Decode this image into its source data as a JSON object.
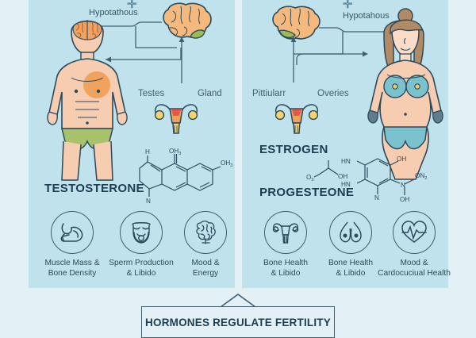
{
  "page": {
    "background_color": "#e3f1f6",
    "panel_color": "#bfe2ec",
    "ink_color": "#2d4a5c"
  },
  "male_panel": {
    "name": "male-hormone-panel",
    "top_icon": "plus-icon",
    "labels": {
      "hypothalamus": "Hypotathous",
      "testes": "Testes",
      "gland": "Gland"
    },
    "figure": {
      "name": "male-body-illustration",
      "skin_color": "#f7cdb2",
      "brief_color": "#a8c26a",
      "highlight_color": "#f0a05a"
    },
    "organs": {
      "brain": "brain-illustration",
      "gonad": "uterus-illustration"
    },
    "hormone_title": "TESTOSTERONE",
    "molecule": {
      "name": "testosterone-molecule",
      "atoms": [
        "H",
        "OH₃",
        "OH₃",
        "N"
      ]
    },
    "benefits": [
      {
        "icon": "muscle-arm-icon",
        "line1": "Muscle Mass &",
        "line2": "Bone Density"
      },
      {
        "icon": "bearded-face-icon",
        "line1": "Sperm Production",
        "line2": "& Libido"
      },
      {
        "icon": "brain-icon",
        "line1": "Mood &",
        "line2": "Energy"
      }
    ]
  },
  "female_panel": {
    "name": "female-hormone-panel",
    "top_icon": "plus-icon",
    "labels": {
      "hypothalamus": "Hypotahous",
      "pituitary": "Pittiularr",
      "ovaries": "Overies"
    },
    "figure": {
      "name": "female-body-illustration",
      "skin_color": "#f7cdb2",
      "hair_color": "#b08b65",
      "underwear_color": "#79c2ce"
    },
    "organs": {
      "brain": "brain-illustration",
      "gonad": "uterus-illustration"
    },
    "hormone_title_primary": "ESTROGEN",
    "hormone_title_secondary": "PROGESTEONE",
    "molecule_estrogen": {
      "name": "estrogen-molecule",
      "atoms": [
        "O₃",
        "OH"
      ]
    },
    "molecule_progesterone": {
      "name": "progesterone-molecule",
      "atoms": [
        "HN",
        "HN",
        "OH",
        "N",
        "N",
        "ON₂",
        "OH"
      ]
    },
    "benefits": [
      {
        "icon": "uterus-icon",
        "line1": "Bone Health",
        "line2": "& Libido"
      },
      {
        "icon": "breasts-icon",
        "line1": "Bone Health",
        "line2": "& Libido"
      },
      {
        "icon": "heart-pulse-icon",
        "line1": "Mood &",
        "line2": "Cardocuciual Health"
      }
    ]
  },
  "footer_banner": {
    "name": "footer-banner",
    "text": "HORMONES REGULATE FERTILITY"
  }
}
